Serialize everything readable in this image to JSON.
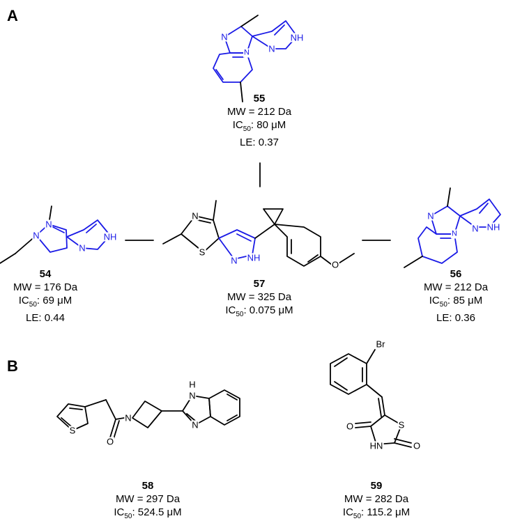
{
  "colors": {
    "scaffold": "#1a1ae6",
    "bond": "#000000"
  },
  "panels": {
    "a": "A",
    "b": "B"
  },
  "atoms": {
    "n": "N",
    "nh": "NH",
    "n_nh": "N",
    "s": "S",
    "o": "O",
    "br": "Br",
    "hn": "HN",
    "h": "H"
  },
  "compounds": {
    "c55": {
      "id": "55",
      "mw": "MW = 212 Da",
      "ic50_prefix": "IC",
      "ic50_sub": "50",
      "ic50_value": ": 80 μM",
      "le": "LE: 0.37"
    },
    "c54": {
      "id": "54",
      "mw": "MW = 176 Da",
      "ic50_prefix": "IC",
      "ic50_sub": "50",
      "ic50_value": ": 69 μM",
      "le": "LE: 0.44"
    },
    "c57": {
      "id": "57",
      "mw": "MW = 325 Da",
      "ic50_prefix": "IC",
      "ic50_sub": "50",
      "ic50_value": ": 0.075 μM"
    },
    "c56": {
      "id": "56",
      "mw": "MW = 212 Da",
      "ic50_prefix": "IC",
      "ic50_sub": "50",
      "ic50_value": ": 85 μM",
      "le": "LE: 0.36"
    },
    "c58": {
      "id": "58",
      "mw": "MW = 297 Da",
      "ic50_prefix": "IC",
      "ic50_sub": "50",
      "ic50_value": ": 524.5 μM"
    },
    "c59": {
      "id": "59",
      "mw": "MW = 282 Da",
      "ic50_prefix": "IC",
      "ic50_sub": "50",
      "ic50_value": ": 115.2 μM"
    }
  }
}
